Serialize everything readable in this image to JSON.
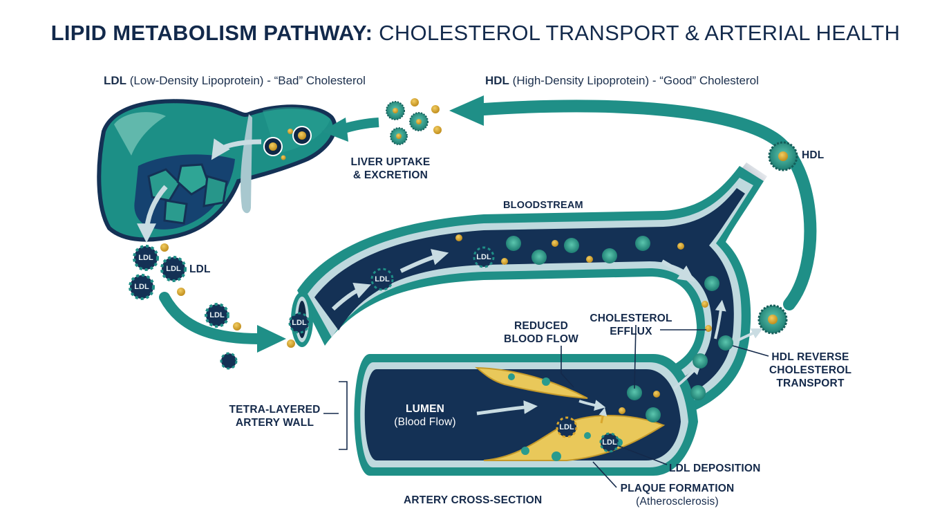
{
  "title": {
    "bold": "LIPID METABOLISM PATHWAY:",
    "rest": " CHOLESTEROL TRANSPORT & ARTERIAL HEALTH"
  },
  "ldl_heading": {
    "bold": "LDL",
    "rest": " (Low-Density Lipoprotein) - “Bad” Cholesterol"
  },
  "hdl_heading": {
    "bold": "HDL",
    "rest": " (High-Density Lipoprotein) - “Good” Cholesterol"
  },
  "labels": {
    "liver_uptake_1": "LIVER UPTAKE",
    "liver_uptake_2": "& EXCRETION",
    "hdl": "HDL",
    "ldl": "LDL",
    "bloodstream": "BLOODSTREAM",
    "reduced_flow_1": "REDUCED",
    "reduced_flow_2": "BLOOD FLOW",
    "efflux_1": "CHOLESTEROL",
    "efflux_2": "EFFLUX",
    "hdl_reverse_1": "HDL REVERSE",
    "hdl_reverse_2": "CHOLESTEROL",
    "hdl_reverse_3": "TRANSPORT",
    "tetra_1": "TETRA-LAYERED",
    "tetra_2": "ARTERY WALL",
    "lumen": "LUMEN",
    "lumen_sub": "(Blood Flow)",
    "ldl_deposition": "LDL DEPOSITION",
    "plaque": "PLAQUE FORMATION",
    "plaque_sub": "(Atherosclerosis)",
    "cross_section": "ARTERY CROSS-SECTION",
    "particle_ldl": "LDL"
  },
  "colors": {
    "teal": "#1f8f87",
    "navy": "#143155",
    "dark_navy": "#0f2746",
    "gold": "#d9a62c",
    "hdl_green": "#2fa58f",
    "plaque_yellow": "#e9c85a"
  }
}
